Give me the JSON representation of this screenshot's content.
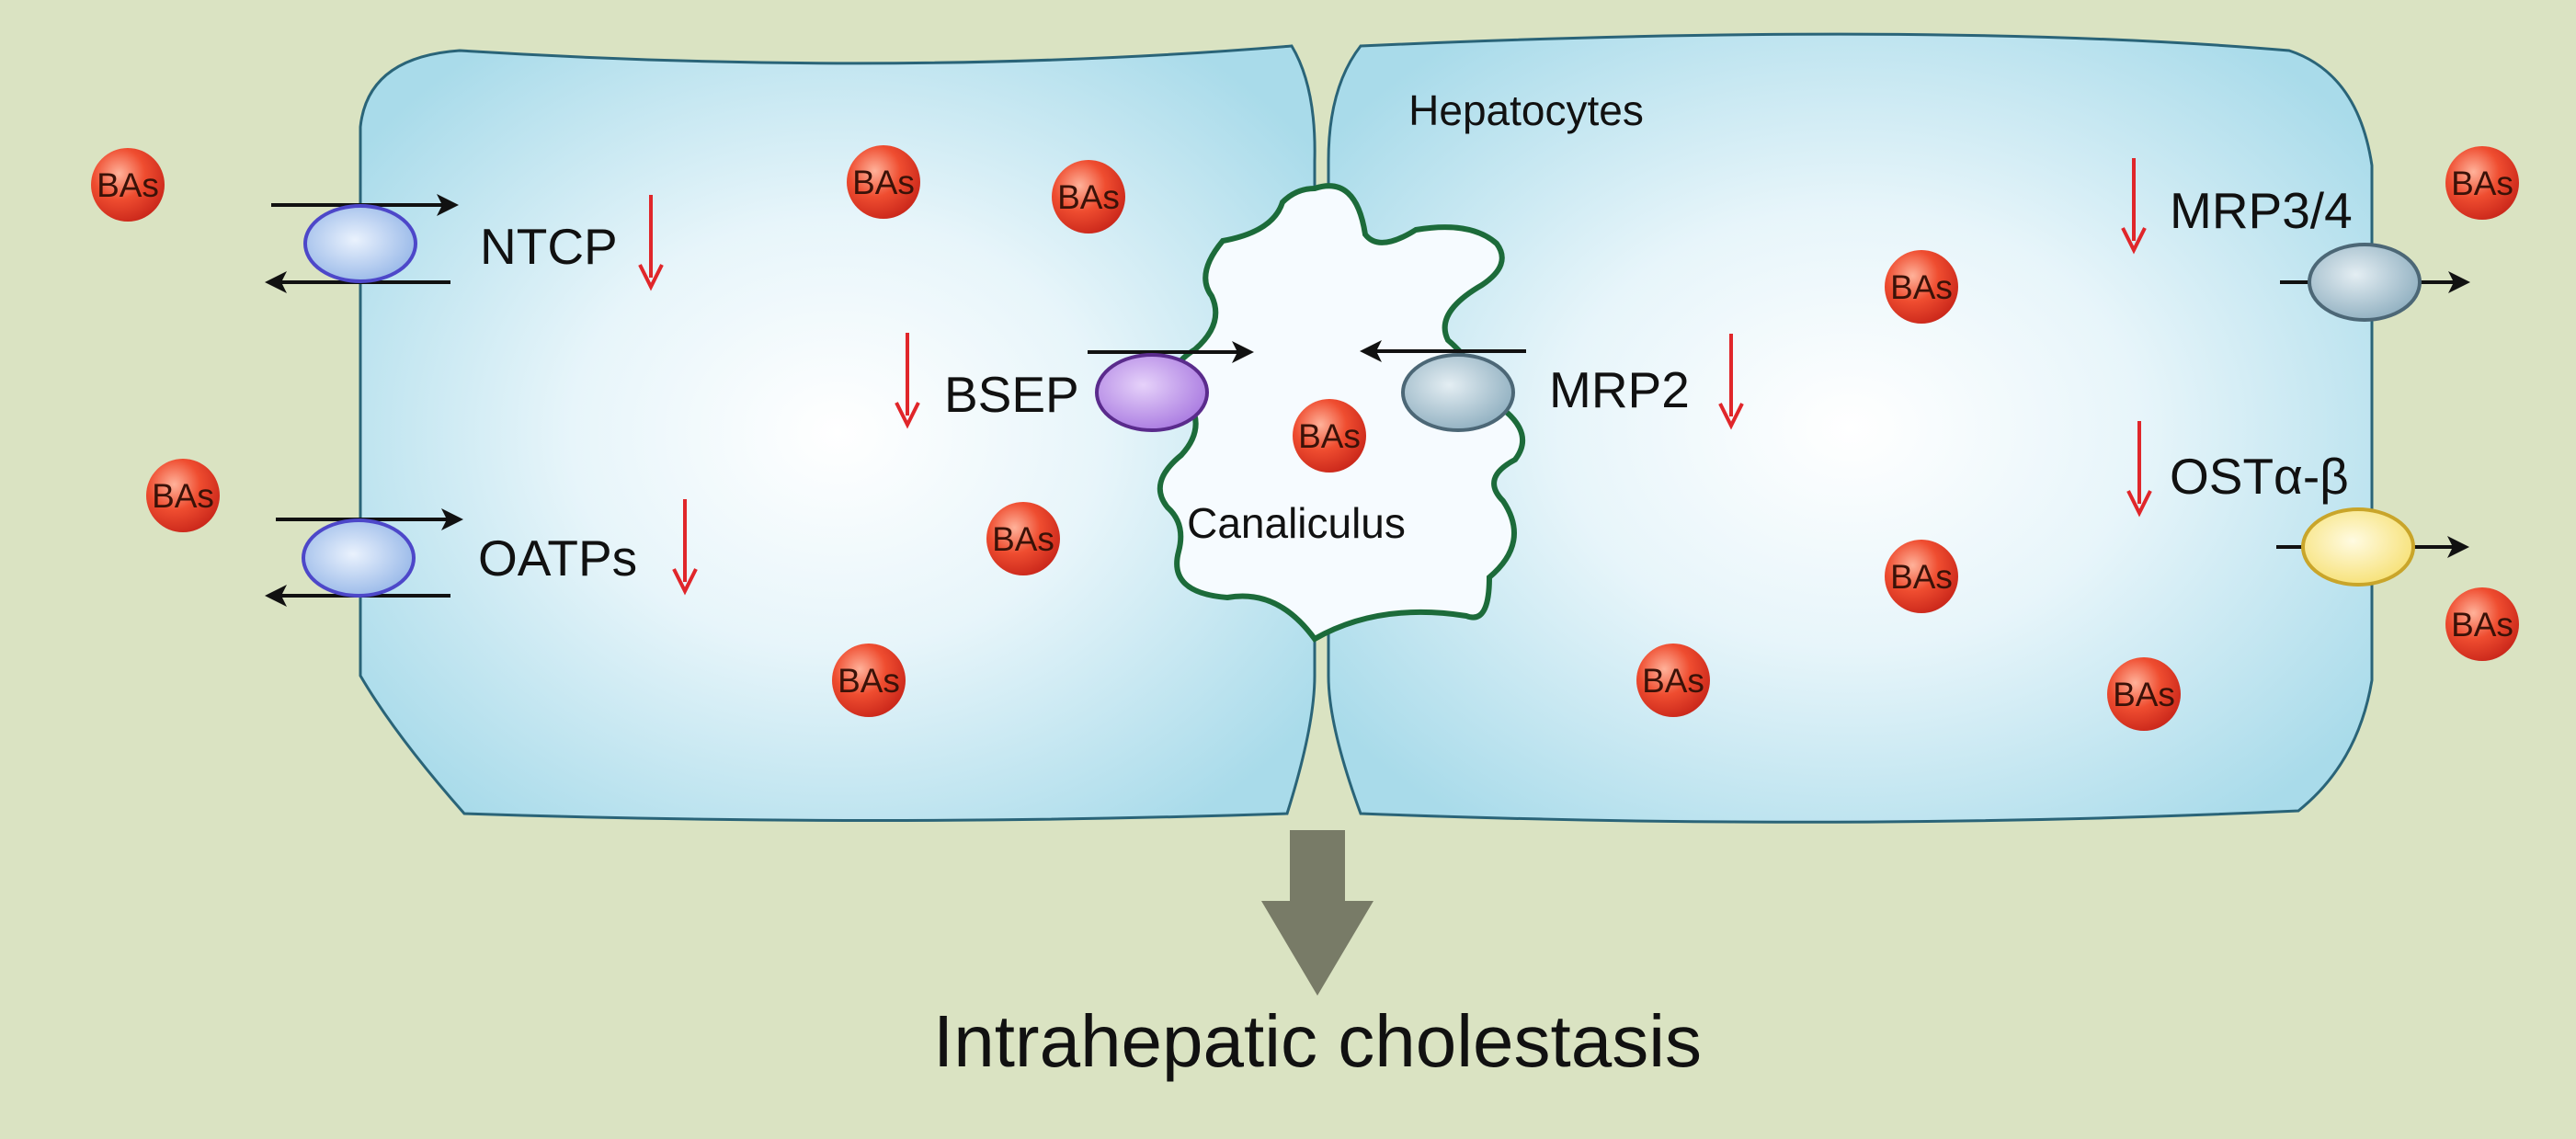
{
  "labels": {
    "hepatocytes": "Hepatocytes",
    "canaliculus": "Canaliculus",
    "conclusion": "Intrahepatic cholestasis"
  },
  "transporters": {
    "ntcp": "NTCP",
    "oatps": "OATPs",
    "bsep": "BSEP",
    "mrp2": "MRP2",
    "mrp34": "MRP3/4",
    "ost": "OSTα-β"
  },
  "bile_acid_label": "BAs",
  "colors": {
    "background": "#dae3c2",
    "cell_fill_center": "#ffffff",
    "cell_fill_edge": "#a9dbea",
    "cell_border": "#2a6478",
    "canaliculus_border": "#1c6b3a",
    "down_arrow": "#e0262a",
    "bile_acid": "#e8452c",
    "ntcp_oatps_transporter": "#a8c6ec",
    "bsep_transporter": "#b98ae6",
    "mrp_transporter": "#9fbccc",
    "ost_transporter": "#fbeb92",
    "outcome_arrow": "#787b67"
  },
  "icons": {
    "down_arrow": "down-regulation-arrow-icon",
    "outcome_arrow": "outcome-arrow-icon"
  }
}
